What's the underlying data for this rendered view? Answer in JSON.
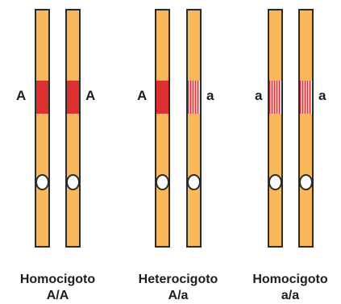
{
  "colors": {
    "chromosome_fill": "#F9B95A",
    "chromosome_outline": "#2b2b2b",
    "dominant_allele_band": "#DC2F2F",
    "recessive_allele_stripes": "#DC2F2F",
    "recessive_allele_gaps": "#ffffff",
    "centromere": "#ffffff",
    "text": "#1e1e1e"
  },
  "pairs": [
    {
      "id": "AA",
      "left_allele": "A",
      "right_allele": "A",
      "left_band": "dominant",
      "right_band": "dominant",
      "caption_line1": "Homocigoto",
      "caption_line2": "A/A"
    },
    {
      "id": "Aa",
      "left_allele": "A",
      "right_allele": "a",
      "left_band": "dominant",
      "right_band": "recessive",
      "caption_line1": "Heterocigoto",
      "caption_line2": "A/a"
    },
    {
      "id": "aa",
      "left_allele": "a",
      "right_allele": "a",
      "left_band": "recessive",
      "right_band": "recessive",
      "caption_line1": "Homocigoto",
      "caption_line2": "a/a"
    }
  ]
}
